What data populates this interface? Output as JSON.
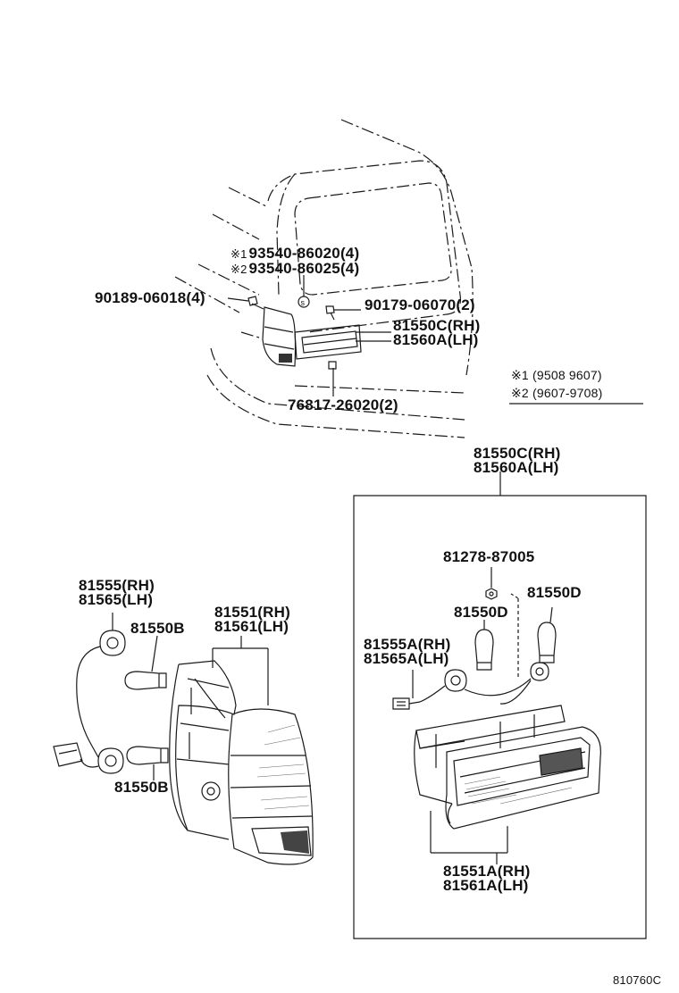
{
  "vehicle_callouts": {
    "note1_mark": "※1",
    "note1_part": "93540-86020(4)",
    "note2_mark": "※2",
    "note2_part": "93540-86025(4)",
    "screw_left": "90189-06018(4)",
    "screw_right": "90179-06070(2)",
    "lamp_rh": "81550C(RH)",
    "lamp_lh": "81560A(LH)",
    "clip": "76817-26020(2)"
  },
  "notes": {
    "note1_mark": "※1",
    "note1_range": "(9508 9607)",
    "note2_mark": "※2",
    "note2_range": "(9607-9708)"
  },
  "center_assembly": {
    "title_rh": "81550C(RH)",
    "title_lh": "81560A(LH)",
    "nut": "81278-87005",
    "bulb_right": "81550D",
    "bulb_center": "81550D",
    "socket_rh": "81555A(RH)",
    "socket_lh": "81565A(LH)",
    "lens_rh": "81551A(RH)",
    "lens_lh": "81561A(LH)"
  },
  "side_assembly": {
    "socket_rh": "81555(RH)",
    "socket_lh": "81565(LH)",
    "bulb_top": "81550B",
    "bulb_bottom": "81550B",
    "lens_rh": "81551(RH)",
    "lens_lh": "81561(LH)"
  },
  "footer": {
    "code": "810760C"
  }
}
